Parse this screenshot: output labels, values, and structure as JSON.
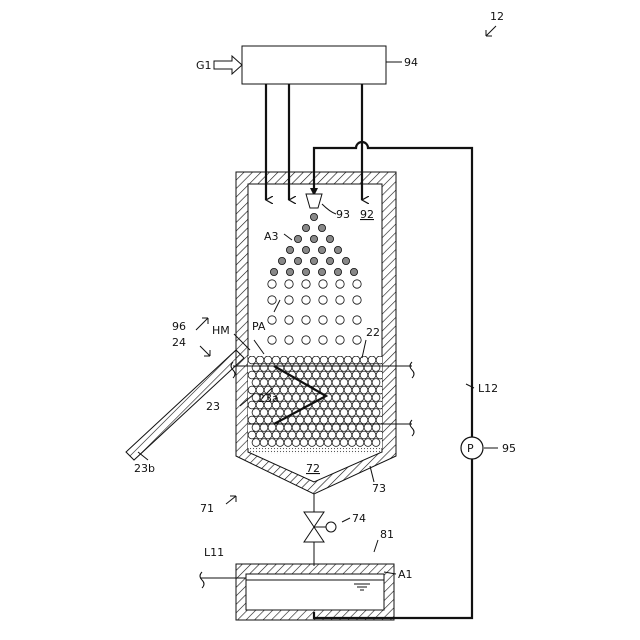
{
  "figure_number": "12",
  "labels": {
    "gas_in": "G1",
    "controller": "94",
    "nozzle": "93",
    "chamber": "92",
    "droplets": "A3",
    "apparatus": "96",
    "hot_medium": "HM",
    "particles": "PA",
    "layer": "22",
    "chute": "24",
    "wall": "23",
    "heat_exchanger": "23a",
    "chute_end": "23b",
    "hopper": "72",
    "hopper_bottom": "73",
    "system": "71",
    "valve": "74",
    "tank": "81",
    "liquid_line": "L11",
    "liquid": "A1",
    "return_line": "L12",
    "pump_symbol": "P",
    "pump": "95"
  }
}
